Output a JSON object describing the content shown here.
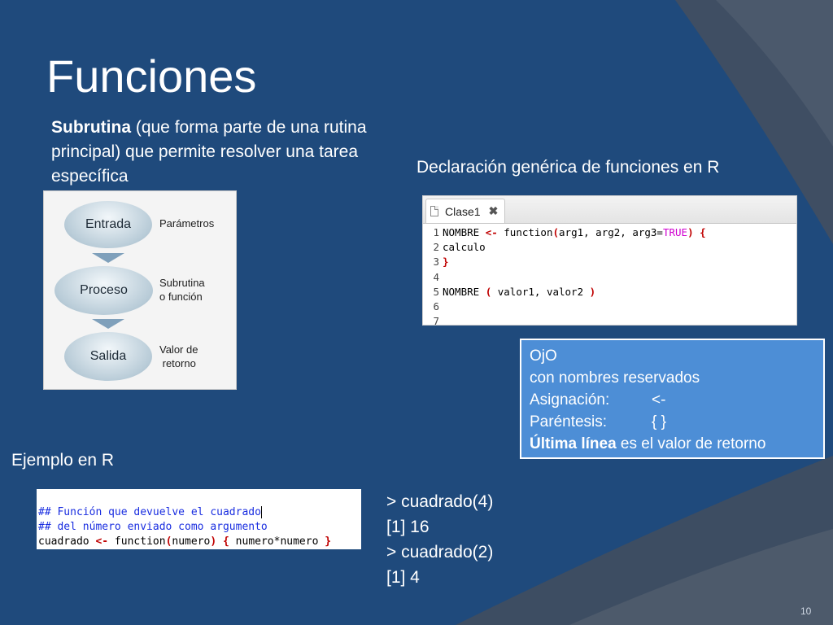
{
  "slide": {
    "title": "Funciones",
    "page_number": "10"
  },
  "intro": {
    "bold": "Subrutina",
    "rest": " (que forma parte de una rutina principal) que permite resolver una tarea específica"
  },
  "diagram": {
    "steps": [
      "Entrada",
      "Proceso",
      "Salida"
    ],
    "labels": [
      [
        "Parámetros"
      ],
      [
        "Subrutina",
        "o función"
      ],
      [
        "Valor de",
        "retorno"
      ]
    ]
  },
  "declaration": {
    "label": "Declaración genérica de funciones en R",
    "tab_name": "Clase1",
    "lines": [
      {
        "n": "1",
        "parts": [
          [
            "NOMBRE ",
            ""
          ],
          [
            "<-",
            "red"
          ],
          [
            " function",
            ""
          ],
          [
            "(",
            "red"
          ],
          [
            "arg1, arg2, arg3=",
            ""
          ],
          [
            "TRUE",
            "mag"
          ],
          [
            ")",
            "red"
          ],
          [
            " ",
            ""
          ],
          [
            "{",
            "red"
          ]
        ]
      },
      {
        "n": "2",
        "parts": [
          [
            "calculo",
            ""
          ]
        ]
      },
      {
        "n": "3",
        "parts": [
          [
            "}",
            "red"
          ]
        ]
      },
      {
        "n": "4",
        "parts": []
      },
      {
        "n": "5",
        "parts": [
          [
            "NOMBRE ",
            ""
          ],
          [
            "(",
            "red"
          ],
          [
            " valor1, valor2 ",
            ""
          ],
          [
            ")",
            "red"
          ]
        ]
      },
      {
        "n": "6",
        "parts": []
      },
      {
        "n": "7",
        "parts": []
      }
    ]
  },
  "ojo": {
    "title": "OjO",
    "line1": "con nombres reservados",
    "assign_key": "Asignación:",
    "assign_val": "<-",
    "paren_key": "Paréntesis:",
    "paren_val": "{ }",
    "last_bold": "Última línea",
    "last_rest": " es el valor de retorno"
  },
  "example": {
    "label": "Ejemplo en R",
    "comment1": "## Función que devuelve el cuadrado",
    "comment2": "## del número enviado como argumento",
    "code_parts": [
      [
        "cuadrado ",
        ""
      ],
      [
        "<-",
        "red"
      ],
      [
        " function",
        ""
      ],
      [
        "(",
        "red"
      ],
      [
        "numero",
        ""
      ],
      [
        ")",
        "red"
      ],
      [
        " ",
        ""
      ],
      [
        "{",
        "red"
      ],
      [
        " numero*numero ",
        ""
      ],
      [
        "}",
        "red"
      ]
    ]
  },
  "console": {
    "lines": [
      "> cuadrado(4)",
      "[1] 16",
      "> cuadrado(2)",
      "[1] 4"
    ]
  },
  "colors": {
    "background": "#1f4a7c",
    "ojo_box": "#4d8ed6",
    "code_red": "#c00000",
    "code_magenta": "#d000d0",
    "comment_blue": "#1a2ee0"
  }
}
